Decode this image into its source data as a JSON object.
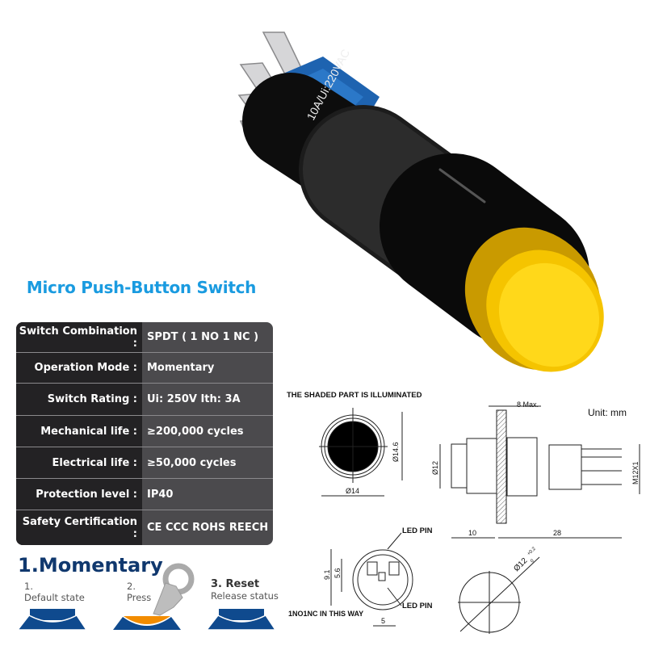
{
  "product": {
    "title": "Micro Push-Button Switch",
    "body_marking": "10A/Ui:220VAC",
    "lens_color": "#f5c400",
    "body_color": "#111111",
    "base_color": "#1e63b0"
  },
  "spec_table": {
    "rows": [
      {
        "label": "Switch Combination :",
        "value": "SPDT ( 1 NO 1 NC )"
      },
      {
        "label": "Operation Mode :",
        "value": "Momentary"
      },
      {
        "label": "Switch Rating :",
        "value": "Ui: 250V  Ith: 3A"
      },
      {
        "label": "Mechanical life :",
        "value": "≥200,000 cycles"
      },
      {
        "label": "Electrical life :",
        "value": "≥50,000 cycles"
      },
      {
        "label": "Protection level :",
        "value": "IP40"
      },
      {
        "label": "Safety Certification :",
        "value": "CE  CCC ROHS REECH"
      }
    ]
  },
  "momentary": {
    "heading": "1.Momentary",
    "steps": [
      {
        "num": "1.",
        "label": "Default state"
      },
      {
        "num": "2.",
        "label": "Press"
      },
      {
        "num": "3. Reset",
        "label": "Release status"
      }
    ],
    "colors": {
      "base": "#0f4a8e",
      "pressed": "#f28c00"
    }
  },
  "drawing": {
    "shaded_note": "THE SHADED PART IS ILLUMINATED",
    "unit": "Unit: mm",
    "front_dia_outer": "Ø14.6",
    "front_dia_width": "Ø14",
    "panel_thickness": "8 Max.",
    "body_dia": "Ø12",
    "thread": "M12X1",
    "front_length": "10",
    "rear_length": "28",
    "led_pin_top": "LED PIN",
    "led_pin_bottom": "LED PIN",
    "pin_span_outer": "9.1",
    "pin_span_inner": "5.6",
    "pin_pitch": "5",
    "wiring_note": "1NO1NC IN THIS WAY",
    "panel_cutout": "Ø12",
    "cutout_tol_upper": "+0.2",
    "cutout_tol_lower": "0"
  }
}
